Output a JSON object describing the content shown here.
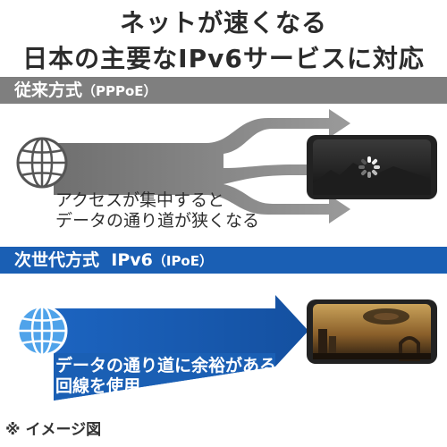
{
  "headline": {
    "line1": "ネットが速くなる",
    "line2": "日本の主要なIPv6サービスに対応"
  },
  "legacy": {
    "label": "従来方式",
    "protocol": "（PPPoE）",
    "caption_line1": "アクセスが集中すると",
    "caption_line2": "データの通り道が狭くなる",
    "globe_icon": "globe-icon",
    "status_icon": "loading-spinner-icon"
  },
  "nextgen": {
    "label": "次世代方式",
    "protocol": "IPv6",
    "protocol_sub": "（IPoE）",
    "caption_line1": "データの通り道に余裕がある",
    "caption_line2": "回線を使用",
    "globe_icon": "globe-icon"
  },
  "footnote": "※ イメージ図",
  "colors": {
    "legacy_gray": "#7f7f7f",
    "nextgen_blue": "#1a5fb4"
  }
}
